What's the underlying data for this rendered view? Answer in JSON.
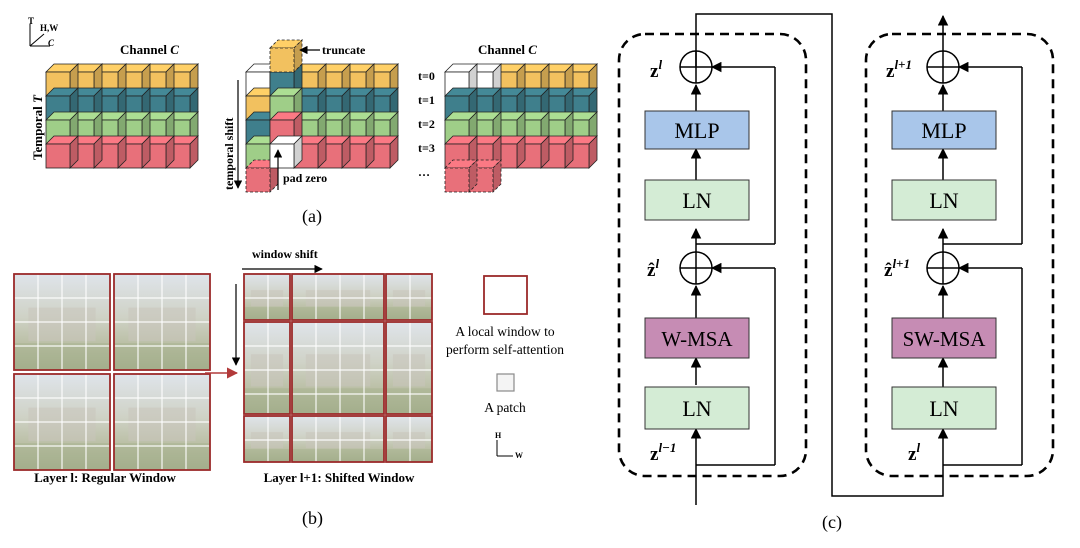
{
  "panel_a": {
    "caption": "(a)",
    "axes_icon": {
      "t": "T",
      "hw": "H,W",
      "c": "C"
    },
    "left_block": {
      "channel_label": "Channel ",
      "channel_var": "C",
      "temporal_label": "Temporal ",
      "temporal_var": "T"
    },
    "middle_block": {
      "truncate": "truncate",
      "pad_zero": "pad zero",
      "temporal_shift": "temporal shift"
    },
    "right_block": {
      "channel_label": "Channel ",
      "channel_var": "C",
      "times": [
        "t=0",
        "t=1",
        "t=2",
        "t=3",
        "…"
      ]
    }
  },
  "panel_b": {
    "caption": "(b)",
    "window_shift": "window shift",
    "legend_window_line1": "A local window to",
    "legend_window_line2": "perform self-attention",
    "legend_patch": "A patch",
    "axis_h": "H",
    "axis_w": "W",
    "layer_l": "Layer l: Regular Window",
    "layer_l1": "Layer l+1: Shifted Window"
  },
  "panel_c": {
    "caption": "(c)",
    "block1": {
      "mlp": "MLP",
      "ln_top": "LN",
      "msa": "W-MSA",
      "ln_bottom": "LN",
      "z_out_base": "z",
      "z_out_sup": "l",
      "z_hat_base": "ẑ",
      "z_hat_sup": "l",
      "z_in_base": "z",
      "z_in_sup": "l−1"
    },
    "block2": {
      "mlp": "MLP",
      "ln_top": "LN",
      "msa": "SW-MSA",
      "ln_bottom": "LN",
      "z_out_base": "z",
      "z_out_sup": "l+1",
      "z_hat_base": "ẑ",
      "z_hat_sup": "l+1",
      "z_in_base": "z",
      "z_in_sup": "l"
    }
  },
  "colors": {
    "yellow": "#f2c15f",
    "teal": "#3f7f8c",
    "green": "#9fce88",
    "red": "#e8707a",
    "mlp": "#a9c6ea",
    "ln": "#d4ecd5",
    "msa": "#c68cb4",
    "window_border": "#9b2a2a",
    "sky": "#d9dfe6",
    "foliage": "#a7b28f",
    "building": "#c8c5bc"
  }
}
